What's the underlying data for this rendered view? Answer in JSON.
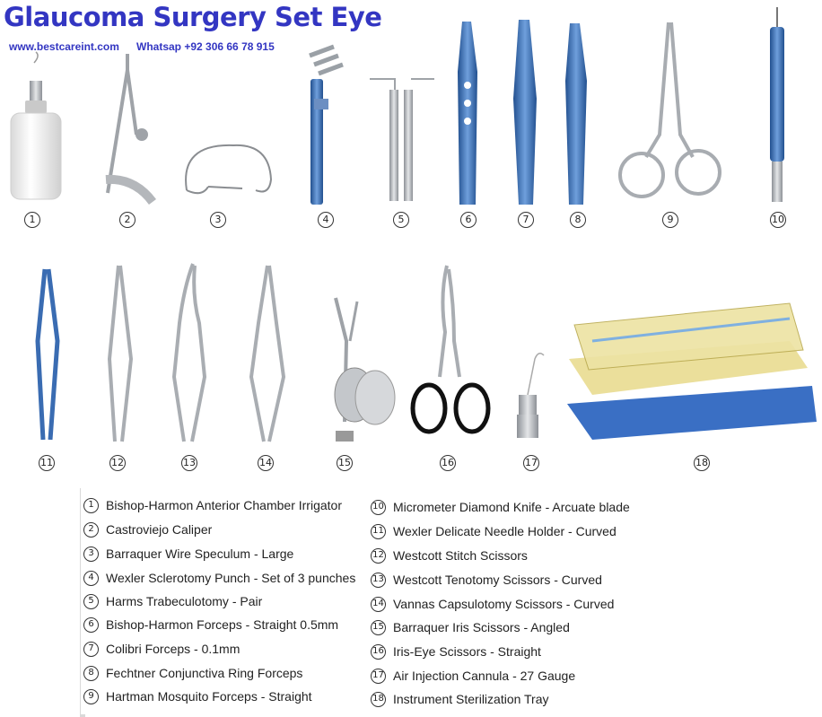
{
  "header": {
    "title": "Glaucoma Surgery Set Eye",
    "website": "www.bestcareint.com",
    "whatsapp": "Whatsap +92 306 66 78 915"
  },
  "numbers": [
    "1",
    "2",
    "3",
    "4",
    "5",
    "6",
    "7",
    "8",
    "9",
    "10",
    "11",
    "12",
    "13",
    "14",
    "15",
    "16",
    "17",
    "18"
  ],
  "legend": [
    {
      "num": "1",
      "text": "Bishop-Harmon Anterior Chamber Irrigator"
    },
    {
      "num": "2",
      "text": "Castroviejo Caliper"
    },
    {
      "num": "3",
      "text": "Barraquer Wire Speculum - Large"
    },
    {
      "num": "4",
      "text": "Wexler Sclerotomy Punch - Set of 3 punches"
    },
    {
      "num": "5",
      "text": "Harms Trabeculotomy - Pair"
    },
    {
      "num": "6",
      "text": "Bishop-Harmon Forceps - Straight 0.5mm"
    },
    {
      "num": "7",
      "text": "Colibri Forceps - 0.1mm"
    },
    {
      "num": "8",
      "text": "Fechtner Conjunctiva Ring Forceps"
    },
    {
      "num": "9",
      "text": "Hartman Mosquito Forceps - Straight"
    },
    {
      "num": "10",
      "text": "Micrometer Diamond Knife - Arcuate blade"
    },
    {
      "num": "11",
      "text": "Wexler Delicate Needle Holder - Curved"
    },
    {
      "num": "12",
      "text": "Westcott Stitch Scissors"
    },
    {
      "num": "13",
      "text": "Westcott Tenotomy Scissors - Curved"
    },
    {
      "num": "14",
      "text": "Vannas Capsulotomy Scissors - Curved"
    },
    {
      "num": "15",
      "text": "Barraquer Iris Scissors - Angled"
    },
    {
      "num": "16",
      "text": "Iris-Eye Scissors - Straight"
    },
    {
      "num": "17",
      "text": "Air Injection Cannula - 27 Gauge"
    },
    {
      "num": "18",
      "text": "Instrument Sterilization Tray"
    }
  ],
  "colors": {
    "title": "#3336c2",
    "steel": "#b9bcc0",
    "titanium_blue": "#3f6fb5",
    "tray_blue": "#3a6fc4",
    "tray_lid": "#e8d98a"
  }
}
